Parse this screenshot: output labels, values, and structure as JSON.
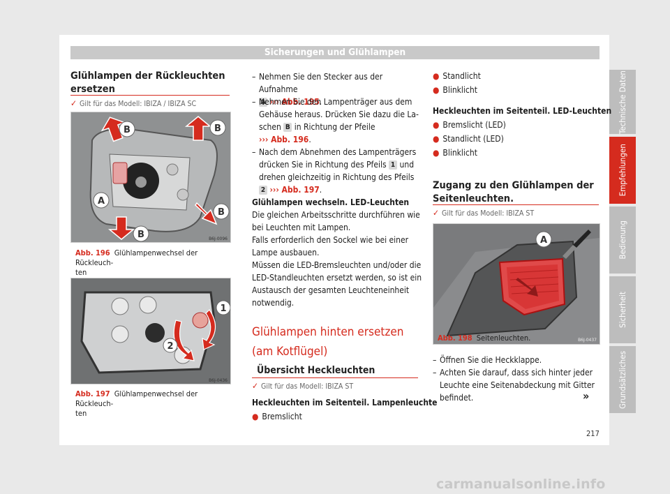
{
  "header": {
    "title": "Sicherungen und Glühlampen"
  },
  "sidetabs": [
    "Technische Daten",
    "Empfehlungen",
    "Bedienung",
    "Sicherheit",
    "Grundsätzliches"
  ],
  "page_number": "217",
  "watermark": "carmanualsonline.info",
  "col1": {
    "heading": [
      "Glühlampen der Rückleuchten",
      "ersetzen"
    ],
    "validity": "Gilt für das Modell: IBIZA / IBIZA SC",
    "fig196": {
      "code": "B6J-0096",
      "label": "Abb. 196",
      "caption1": "Glühlampenwechsel der Rückleuch-",
      "caption2": "ten",
      "markers": [
        "B",
        "B",
        "A",
        "B",
        "B"
      ]
    },
    "fig197": {
      "code": "B6J-0436",
      "label": "Abb. 197",
      "caption1": "Glühlampenwechsel der Rückleuch-",
      "caption2": "ten",
      "markers": [
        "1",
        "2"
      ]
    }
  },
  "col2": {
    "step1": {
      "l1": "Nehmen Sie den Stecker aus der Aufnahme",
      "badge": "A",
      "ref": "››› Abb. 195",
      "end": "."
    },
    "step2": {
      "l1": "Nehmen Sie den Lampenträger aus dem",
      "l2": "Gehäuse heraus. Drücken Sie dazu die La-",
      "l3a": "schen",
      "badge": "B",
      "l3b": "in Richtung der Pfeile",
      "ref": "››› Abb. 196",
      "end": "."
    },
    "step3": {
      "l1": "Nach dem Abnehmen des Lampenträgers",
      "l2a": "drücken Sie in Richtung des Pfeils",
      "badge1": "1",
      "l2b": "und",
      "l3": "drehen gleichzeitig in Richtung des Pfeils",
      "badge2": "2",
      "ref": "››› Abb. 197",
      "end": "."
    },
    "led_heading": "Glühlampen wechseln. LED-Leuchten",
    "p1": [
      "Die gleichen Arbeitsschritte durchführen wie",
      "bei Leuchten mit Lampen."
    ],
    "p2": [
      "Falls erforderlich den Sockel wie bei einer",
      "Lampe ausbauen."
    ],
    "p3": [
      "Müssen die LED-Bremsleuchten und/oder die",
      "LED-Standleuchten ersetzt werden, so ist ein",
      "Austausch der gesamten Leuchteneinheit",
      "notwendig."
    ],
    "big_heading": [
      "Glühlampen hinten ersetzen",
      "(am Kotflügel)"
    ],
    "sub_heading": "Übersicht Heckleuchten",
    "validity": "Gilt für das Modell: IBIZA ST",
    "lampen_heading": "Heckleuchten im Seitenteil. Lampenleuchte",
    "lampen_items": [
      "Bremslicht"
    ]
  },
  "col3": {
    "items_top": [
      "Standlicht",
      "Blinklicht"
    ],
    "led_heading": "Heckleuchten im Seitenteil. LED-Leuchten",
    "led_items": [
      "Bremslicht (LED)",
      "Standlicht (LED)",
      "Blinklicht"
    ],
    "heading": [
      "Zugang zu den Glühlampen der",
      "Seitenleuchten."
    ],
    "validity": "Gilt für das Modell: IBIZA ST",
    "fig198": {
      "code": "B6J-0437",
      "label": "Abb. 198",
      "caption": "Seitenleuchten.",
      "markers": [
        "A"
      ]
    },
    "step1": "Öffnen Sie die Heckklappe.",
    "step2": [
      "Achten Sie darauf, dass sich hinter jeder",
      "Leuchte eine Seitenabdeckung mit Gitter",
      "befindet."
    ],
    "continue": "»"
  }
}
